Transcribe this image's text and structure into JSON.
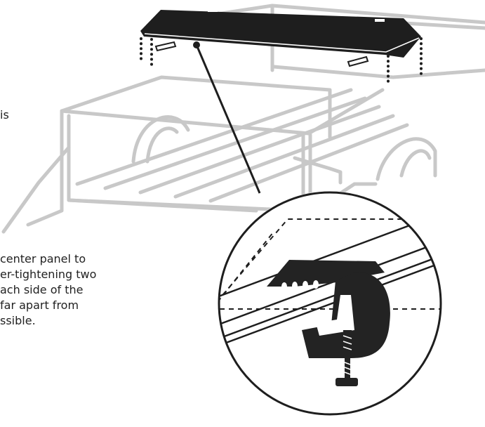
{
  "text_fragments": {
    "is_fragment": "is",
    "instruction_lines": [
      "center panel to",
      "er-tightening two",
      "ach side of the",
      "far apart from",
      "ssible."
    ]
  },
  "colors": {
    "truck_outline": "#c8c8c8",
    "panel": "#1e1e1e",
    "clamp": "#232323",
    "ink": "#222222",
    "background": "#ffffff"
  },
  "icons": [
    "tonneau-panel",
    "pickup-truck-bed",
    "magnifier-circle",
    "c-clamp"
  ]
}
